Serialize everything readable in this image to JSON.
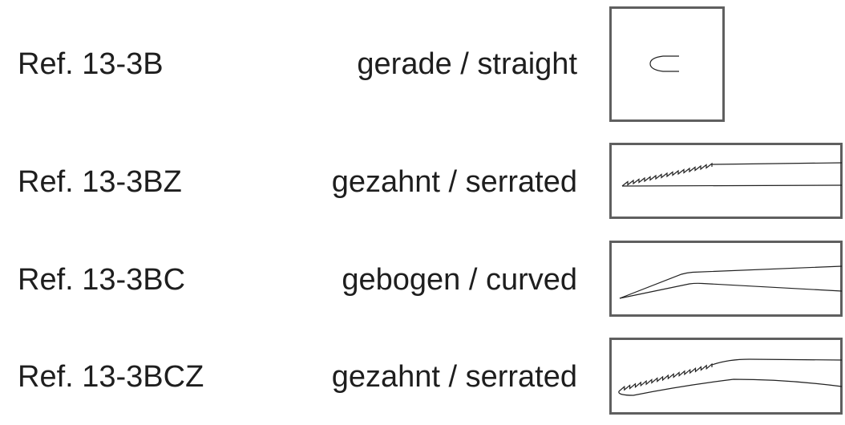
{
  "rows": [
    {
      "ref": "Ref. 13-3B",
      "desc": "gerade / straight",
      "icon": "straight-tip-icon"
    },
    {
      "ref": "Ref. 13-3BZ",
      "desc": "gezahnt / serrated",
      "icon": "serrated-straight-tip-icon"
    },
    {
      "ref": "Ref. 13-3BC",
      "desc": "gebogen / curved",
      "icon": "curved-tip-icon"
    },
    {
      "ref": "Ref. 13-3BCZ",
      "desc": "gezahnt / serrated",
      "icon": "serrated-curved-tip-icon"
    }
  ]
}
